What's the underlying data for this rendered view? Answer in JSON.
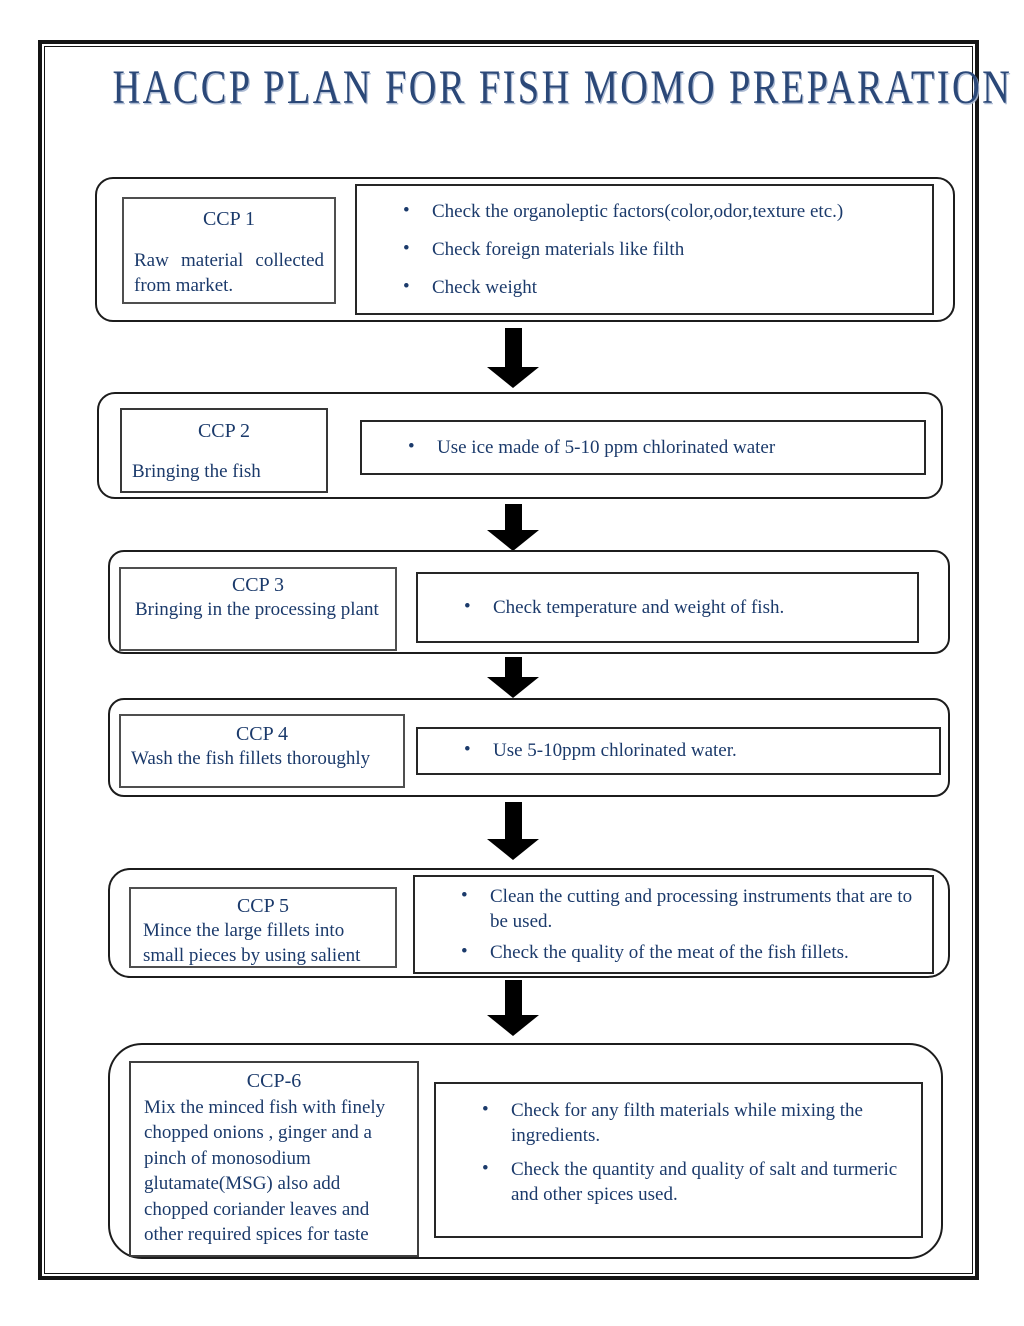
{
  "page": {
    "title": "HACCP PLAN FOR FISH MOMO PREPARATION"
  },
  "glyphs": {
    "bullet": "•"
  },
  "colors": {
    "title_text": "#2b4878",
    "body_text": "#1b3a6b",
    "box_border": "#1c1c1c",
    "arrow": "#000000",
    "page_background": "#ffffff"
  },
  "blocks": [
    {
      "label": "CCP 1",
      "description": "Raw material collected from market.",
      "checks": [
        "Check the organoleptic  factors(color,odor,texture etc.)",
        "Check foreign materials like filth",
        "Check weight"
      ]
    },
    {
      "label": "CCP 2",
      "description": "Bringing the fish",
      "checks": [
        "Use ice made of 5-10 ppm chlorinated water"
      ]
    },
    {
      "label": "CCP 3",
      "description": "Bringing in the processing plant",
      "checks": [
        "Check temperature and weight of fish."
      ]
    },
    {
      "label": "CCP 4",
      "description": "Wash the fish fillets thoroughly",
      "checks": [
        "Use 5-10ppm chlorinated water."
      ]
    },
    {
      "label": "CCP 5",
      "description": "Mince the large fillets into small pieces by using salient",
      "checks": [
        "Clean the cutting and processing instruments that are to be used.",
        "Check the quality of the meat of the fish fillets."
      ]
    },
    {
      "label": "CCP-6",
      "description": "Mix the minced fish with finely chopped onions , ginger and a pinch of monosodium glutamate(MSG) also add chopped  coriander leaves and other required spices for taste",
      "checks": [
        "Check for any filth materials while mixing the ingredients.",
        "Check the quantity and quality of salt and turmeric and other spices used."
      ]
    }
  ]
}
